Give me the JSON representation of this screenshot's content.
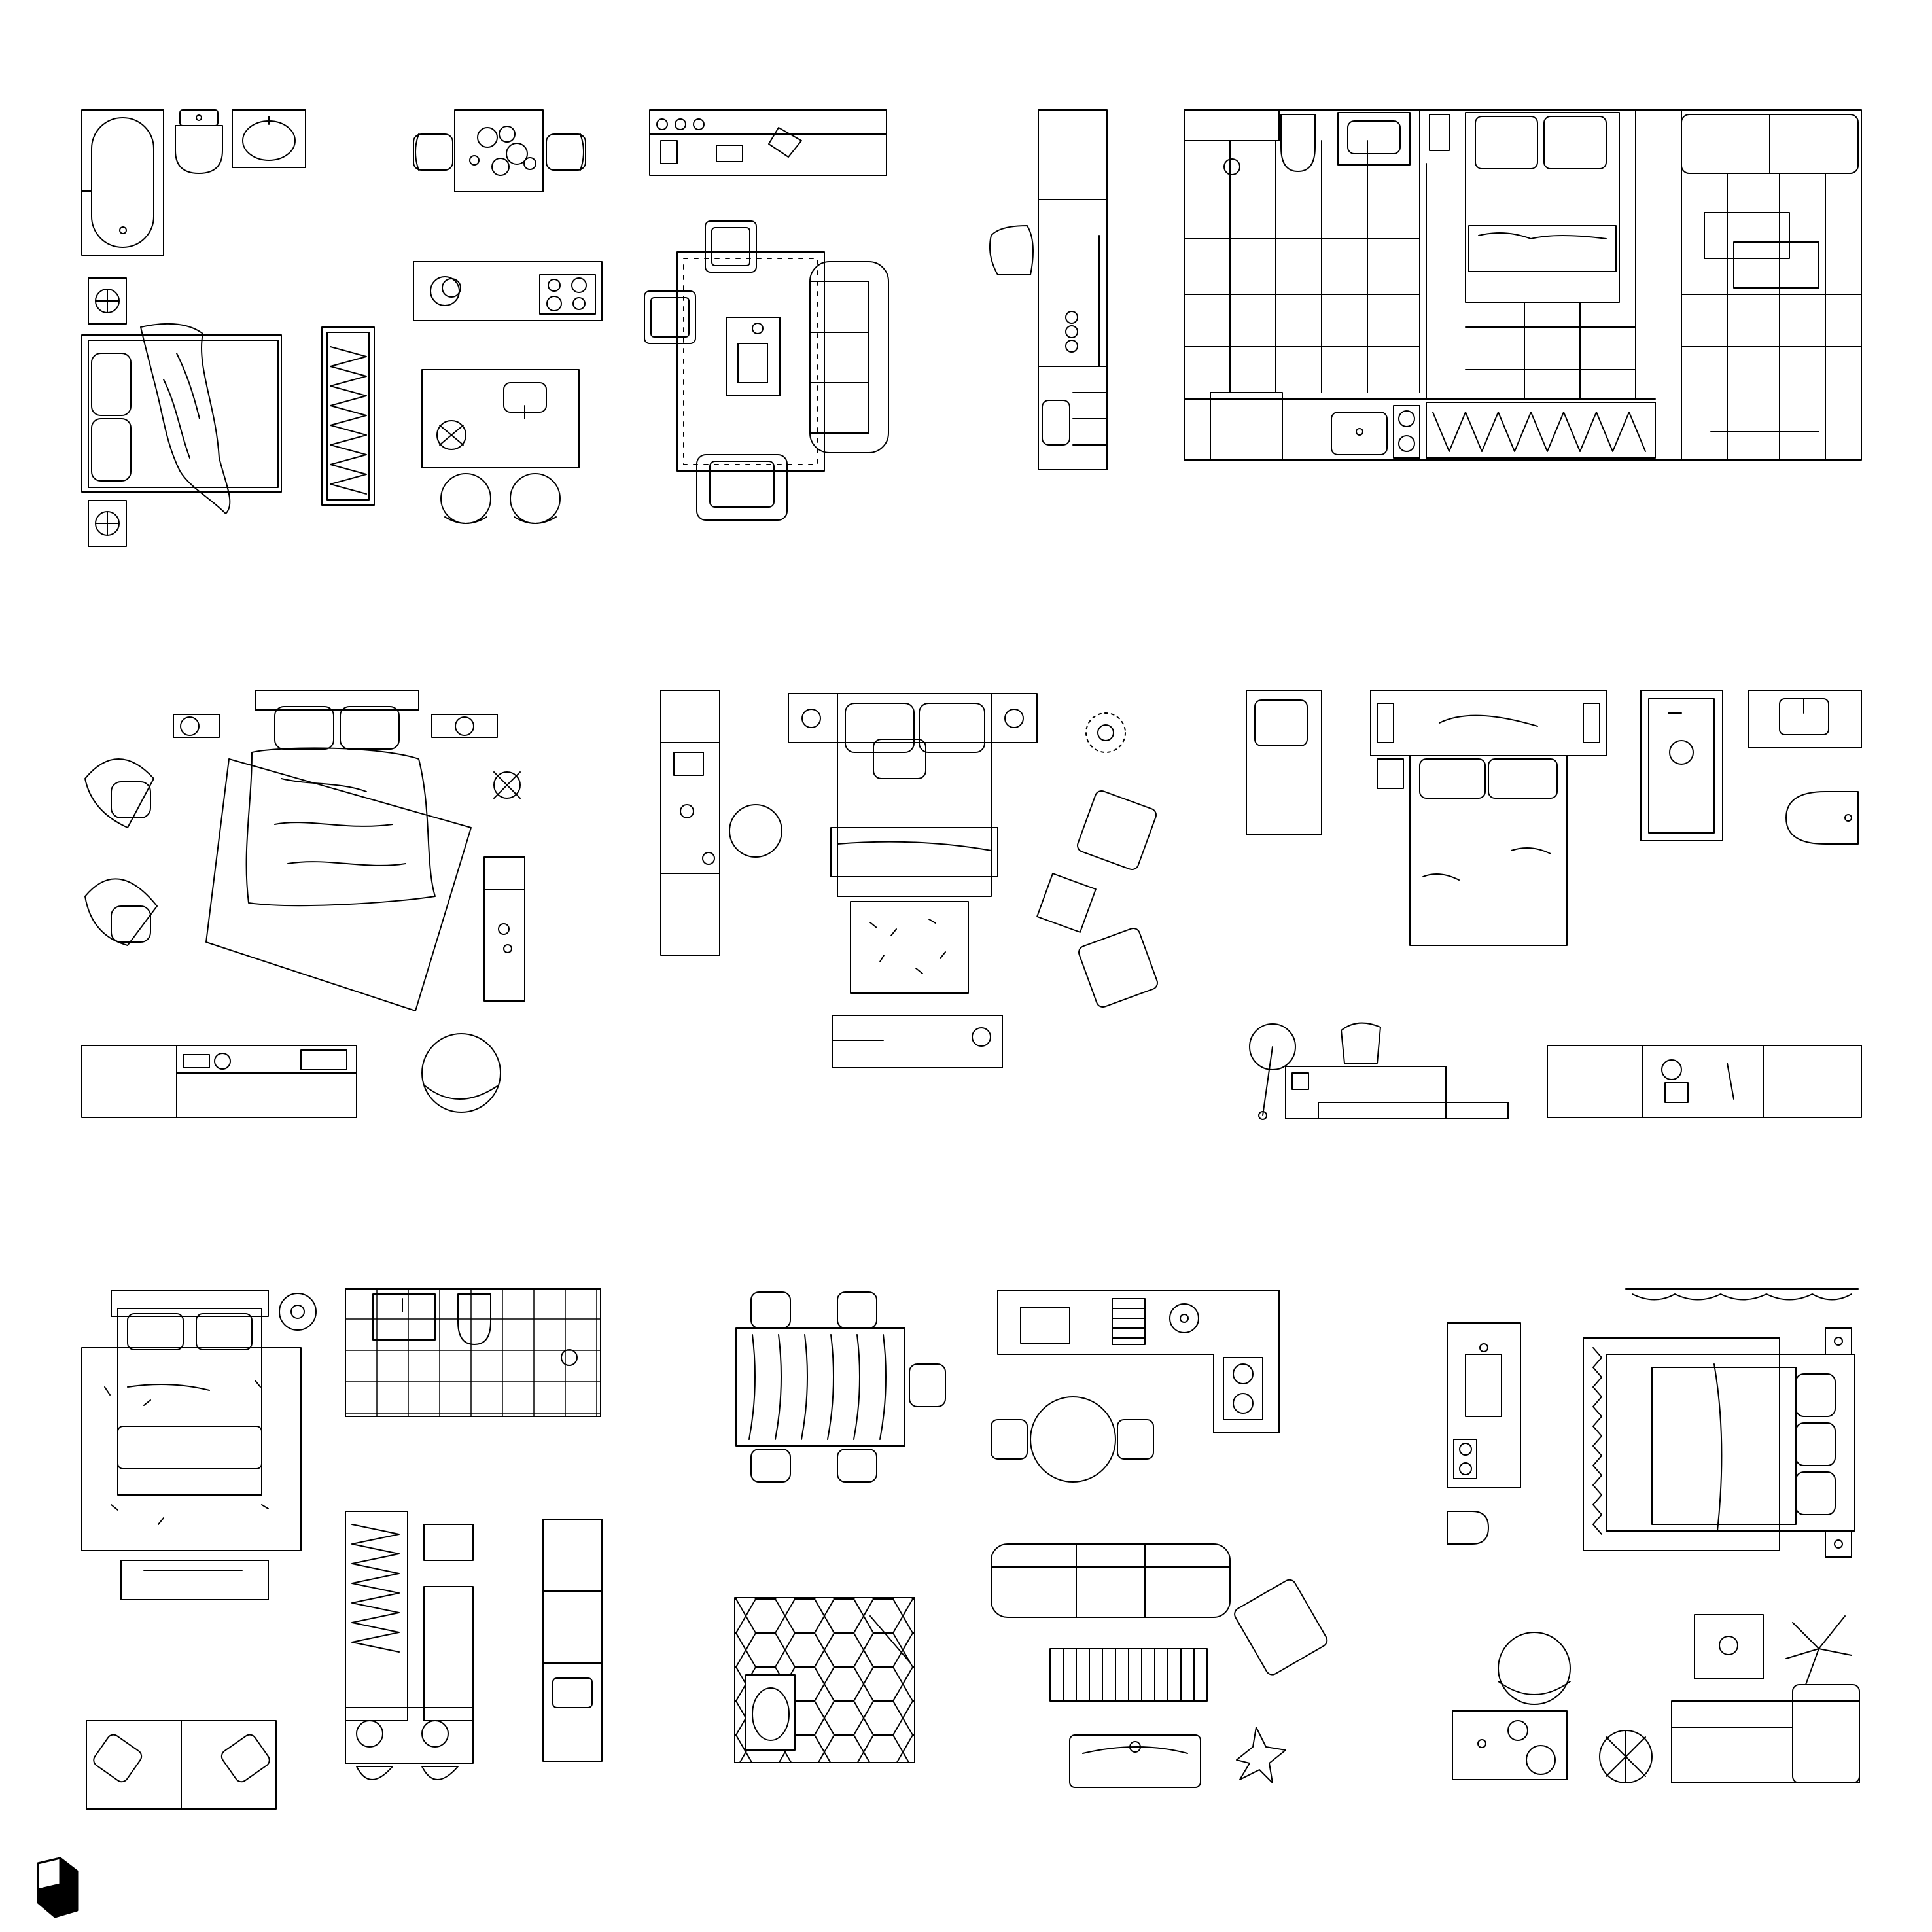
{
  "sheet": {
    "title": "",
    "line_color": "#000000",
    "background": "#ffffff"
  },
  "logo": {
    "icon": "cube-logo-icon"
  },
  "groups": [
    {
      "name": "bathroom-and-bedroom-set",
      "items": [
        "bathtub",
        "toilet",
        "vanity-sink",
        "nightstand",
        "double-bed",
        "nightstand",
        "zigzag-rug"
      ]
    },
    {
      "name": "kitchen-dining-set",
      "items": [
        "dining-table",
        "chair",
        "chair",
        "cooktop-counter",
        "sink-island",
        "round-stool",
        "round-stool"
      ]
    },
    {
      "name": "living-room-set",
      "items": [
        "tv-console",
        "armchair",
        "side-table",
        "rug",
        "coffee-table",
        "sofa",
        "armchair"
      ]
    },
    {
      "name": "desk-set",
      "items": [
        "shelf-unit",
        "desk-chair"
      ]
    },
    {
      "name": "apartment-plan",
      "items": [
        "bathroom",
        "bedroom",
        "living-room",
        "kitchen",
        "wardrobe"
      ]
    },
    {
      "name": "master-bedroom-set",
      "items": [
        "bed-tilted",
        "nightstand",
        "nightstand",
        "lounge-chair",
        "lounge-chair",
        "floor-lamp",
        "cabinet",
        "tv-unit",
        "round-chair"
      ]
    },
    {
      "name": "bedroom-set-two",
      "items": [
        "bed",
        "nightstand",
        "nightstand",
        "bookshelf",
        "round-chair",
        "plant",
        "armchair",
        "armchair",
        "side-table",
        "shag-rug",
        "tv-bench"
      ]
    },
    {
      "name": "bedroom-set-three",
      "items": [
        "loveseat",
        "headboard-shelf",
        "bed",
        "shower",
        "vanity-sink",
        "toilet",
        "floor-lamp",
        "desk",
        "bench",
        "sideboard"
      ]
    },
    {
      "name": "bedroom-bath-set",
      "items": [
        "bed",
        "rug",
        "tv-bench",
        "bathroom",
        "wardrobe",
        "kitchen",
        "cabinets",
        "sofa"
      ]
    },
    {
      "name": "dining-kitchen-set",
      "items": [
        "dining-table",
        "chairs",
        "kitchen-l-counter",
        "round-table",
        "sofa",
        "armchair",
        "rug",
        "tv-console",
        "plant",
        "bathroom"
      ]
    },
    {
      "name": "bedroom-set-four",
      "items": [
        "curtain",
        "kitchenette",
        "toilet",
        "bed",
        "rug",
        "round-chair",
        "side-table",
        "plant",
        "plant",
        "sofa"
      ]
    }
  ]
}
